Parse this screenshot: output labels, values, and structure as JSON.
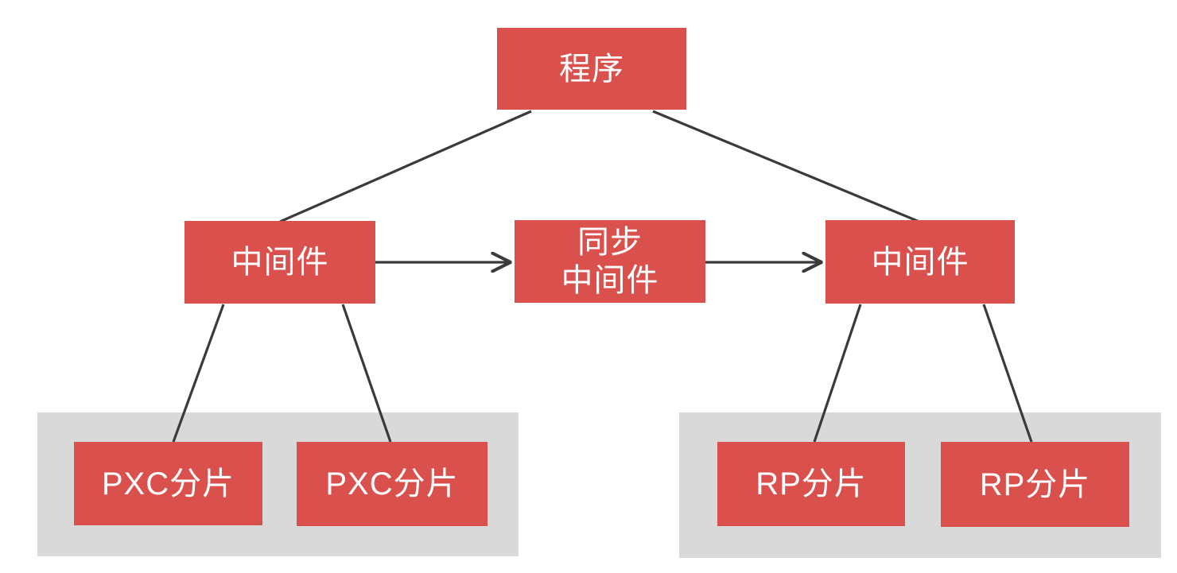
{
  "diagram": {
    "title": "sharding-middleware-architecture",
    "colors": {
      "node_fill": "#d9504c",
      "node_text": "#ffffff",
      "group_fill": "#d9d9d9",
      "connector": "#3a3a3a",
      "background": "#ffffff"
    },
    "nodes": {
      "program": {
        "label": "程序"
      },
      "middleware_left": {
        "label": "中间件"
      },
      "sync_middleware": {
        "label": "同步\n中间件"
      },
      "middleware_right": {
        "label": "中间件"
      },
      "pxc_shard_1": {
        "label": "PXC分片"
      },
      "pxc_shard_2": {
        "label": "PXC分片"
      },
      "rp_shard_1": {
        "label": "RP分片"
      },
      "rp_shard_2": {
        "label": "RP分片"
      }
    },
    "edges": [
      {
        "from": "program",
        "to": "middleware_left",
        "arrow": false
      },
      {
        "from": "program",
        "to": "middleware_right",
        "arrow": false
      },
      {
        "from": "middleware_left",
        "to": "sync_middleware",
        "arrow": true
      },
      {
        "from": "sync_middleware",
        "to": "middleware_right",
        "arrow": true
      },
      {
        "from": "middleware_left",
        "to": "pxc_shard_1",
        "arrow": false
      },
      {
        "from": "middleware_left",
        "to": "pxc_shard_2",
        "arrow": false
      },
      {
        "from": "middleware_right",
        "to": "rp_shard_1",
        "arrow": false
      },
      {
        "from": "middleware_right",
        "to": "rp_shard_2",
        "arrow": false
      }
    ]
  }
}
